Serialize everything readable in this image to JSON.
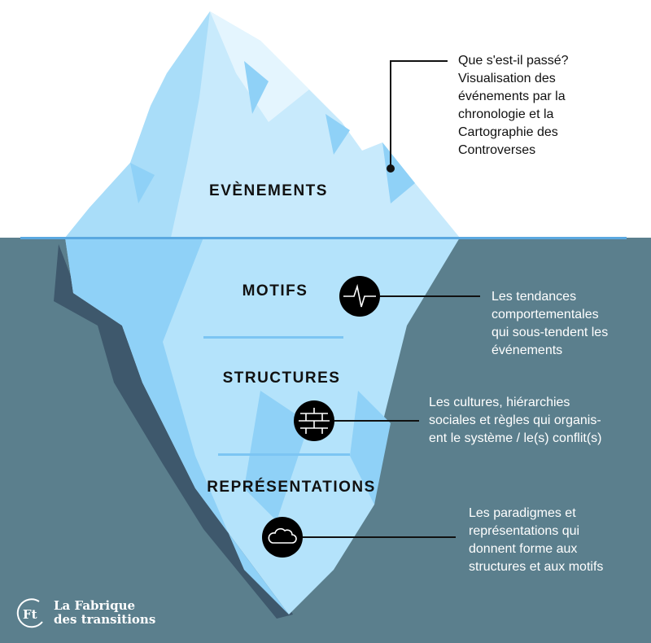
{
  "levels": {
    "events": "EVÈNEMENTS",
    "patterns": "MOTIFS",
    "structures": "STRUCTURES",
    "representations": "REPRÉSENTATIONS"
  },
  "descriptions": {
    "events": [
      "Que s'est-il passé?",
      "Visualisation des",
      "événements par la",
      "chronologie et la",
      "Cartographie des",
      "Controverses"
    ],
    "patterns": [
      "Les tendances",
      "comportementales",
      "qui sous-tendent les",
      "événements"
    ],
    "structures": [
      "Les cultures, hiérarchies",
      "sociales et règles qui organis-",
      "ent le système / le(s) conflit(s)"
    ],
    "representations": [
      "Les paradigmes et",
      "représentations qui",
      "donnent forme aux",
      "structures et aux motifs"
    ]
  },
  "icons": {
    "patterns": "pulse-icon",
    "structures": "brick-wall-icon",
    "representations": "cloud-icon"
  },
  "logo": {
    "line1": "La Fabrique",
    "line2": "des transitions",
    "mark": "Ft"
  },
  "colors": {
    "water": "#5b7f8d",
    "ice_light": "#b4e3fb",
    "ice_mid": "#8fd1f7",
    "ice_top": "#d8f0fd",
    "shadow": "#3e586c",
    "waterline": "#5aa8e0"
  }
}
